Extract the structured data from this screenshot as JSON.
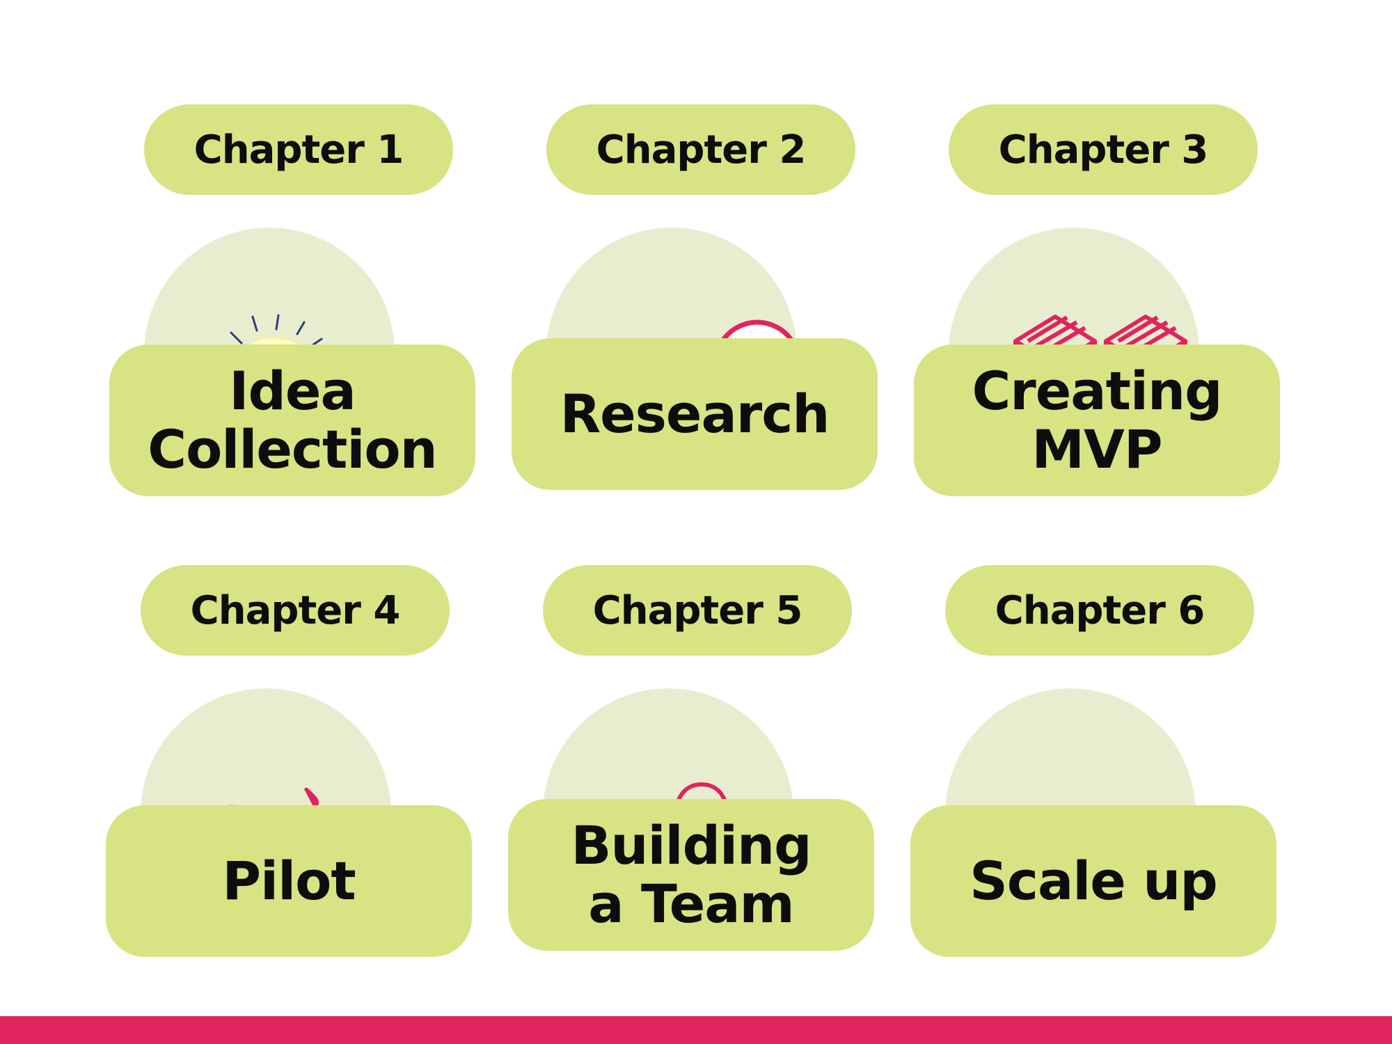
{
  "colors": {
    "pill": "#D8E384",
    "dome": "#E9EDD0",
    "accent": "#E0245E",
    "text": "#0D0D0D"
  },
  "chapters": [
    {
      "label": "Chapter 1",
      "title": "Idea\nCollection",
      "icon": "lightbulb-icon"
    },
    {
      "label": "Chapter 2",
      "title": "Research",
      "icon": "magnifying-glass-icon"
    },
    {
      "label": "Chapter 3",
      "title": "Creating\nMVP",
      "icon": "boxes-icon"
    },
    {
      "label": "Chapter 4",
      "title": "Pilot",
      "icon": "checkered-flag-icon"
    },
    {
      "label": "Chapter 5",
      "title": "Building\na Team",
      "icon": "team-icon"
    },
    {
      "label": "Chapter 6",
      "title": "Scale up",
      "icon": "growth-chart-icon"
    }
  ]
}
